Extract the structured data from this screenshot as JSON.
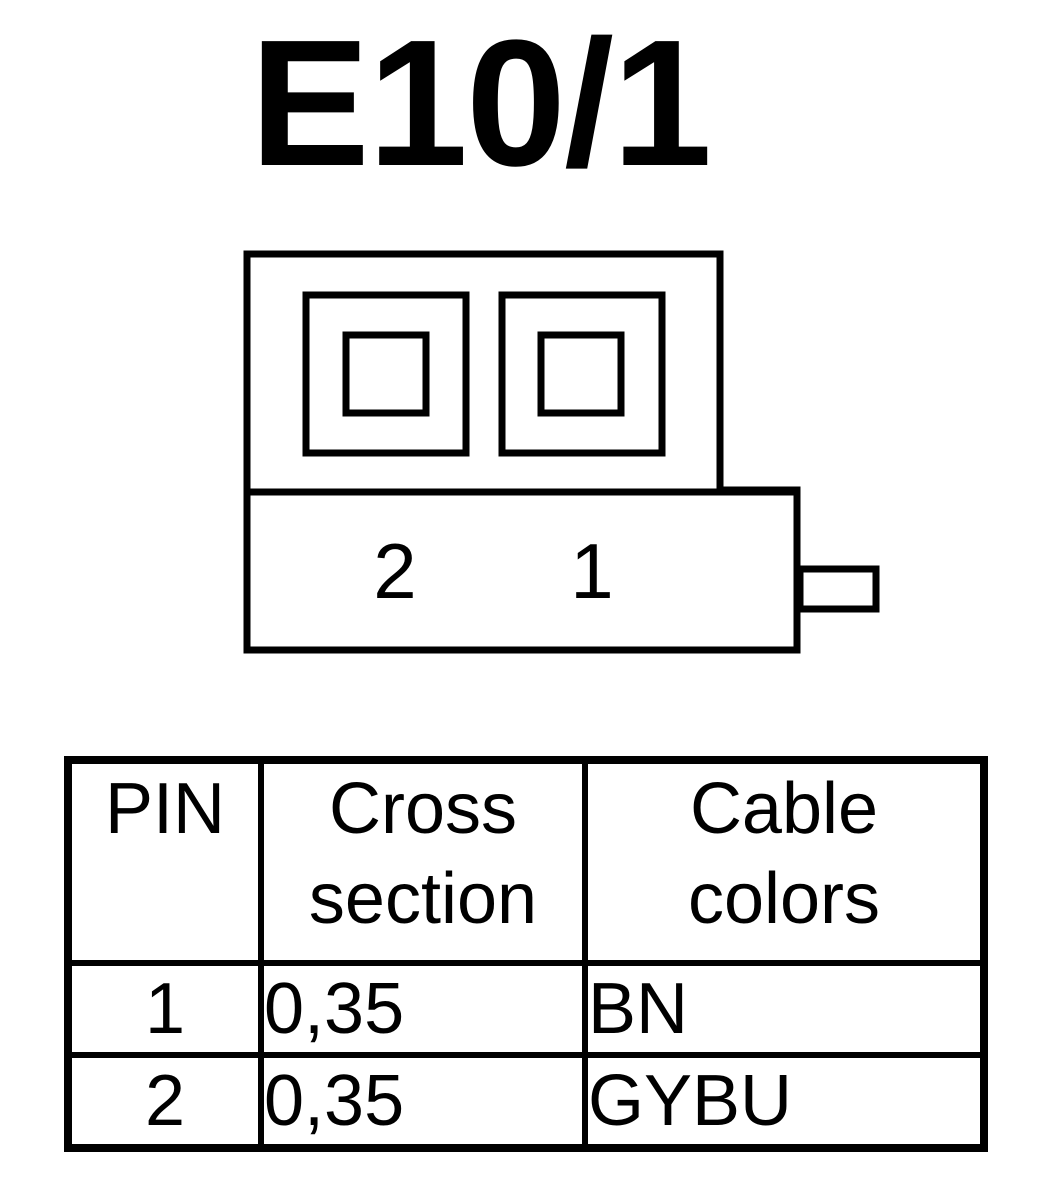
{
  "title": "E10/1",
  "connector": {
    "pin_labels": [
      "2",
      "1"
    ]
  },
  "table": {
    "headers": {
      "pin": "PIN",
      "cross_section": [
        "Cross",
        "section"
      ],
      "cable_colors": [
        "Cable",
        "colors"
      ]
    },
    "rows": [
      {
        "pin": "1",
        "cross_section": "0,35",
        "color": "BN"
      },
      {
        "pin": "2",
        "cross_section": "0,35",
        "color": "GYBU"
      }
    ]
  }
}
